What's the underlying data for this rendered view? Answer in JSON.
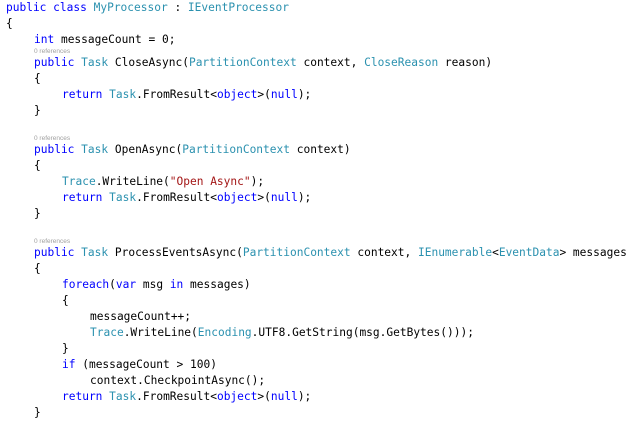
{
  "code": {
    "class_decl": {
      "kw_public": "public",
      "kw_class": "class",
      "class_name": "MyProcessor",
      "colon": " : ",
      "base_type": "IEventProcessor"
    },
    "open_brace": "{",
    "close_brace": "}",
    "field": {
      "kw_int": "int",
      "rest": " messageCount = 0;"
    },
    "lens_label": "0 references",
    "close_async": {
      "kw_public": "public",
      "type_task": "Task",
      "name": " CloseAsync(",
      "param1_type": "PartitionContext",
      "param1_name": " context, ",
      "param2_type": "CloseReason",
      "param2_name": " reason)",
      "body": {
        "kw_return": "return",
        "task": "Task",
        "from_result": ".FromResult<",
        "kw_object": "object",
        "gt": ">(",
        "kw_null": "null",
        "end": ");"
      }
    },
    "open_async": {
      "kw_public": "public",
      "type_task": "Task",
      "name": " OpenAsync(",
      "param1_type": "PartitionContext",
      "param1_name": " context)",
      "trace": {
        "type": "Trace",
        "call": ".WriteLine(",
        "string": "\"Open Async\"",
        "end": ");"
      }
    },
    "process_events": {
      "kw_public": "public",
      "type_task": "Task",
      "name": " ProcessEventsAsync(",
      "param1_type": "PartitionContext",
      "param1_name": " context, ",
      "param2_type": "IEnumerable",
      "lt": "<",
      "param2_generic": "EventData",
      "param2_name": "> messages)",
      "foreach": {
        "kw_foreach": "foreach",
        "open": "(",
        "kw_var": "var",
        "mid": " msg ",
        "kw_in": "in",
        "end": " messages)"
      },
      "increment": "messageCount++;",
      "trace": {
        "type": "Trace",
        "call": ".WriteLine(",
        "encoding": "Encoding",
        "rest": ".UTF8.GetString(msg.GetBytes()));"
      },
      "if_stmt": {
        "kw_if": "if",
        "cond": " (messageCount > 100)"
      },
      "checkpoint": "context.CheckpointAsync();"
    }
  }
}
